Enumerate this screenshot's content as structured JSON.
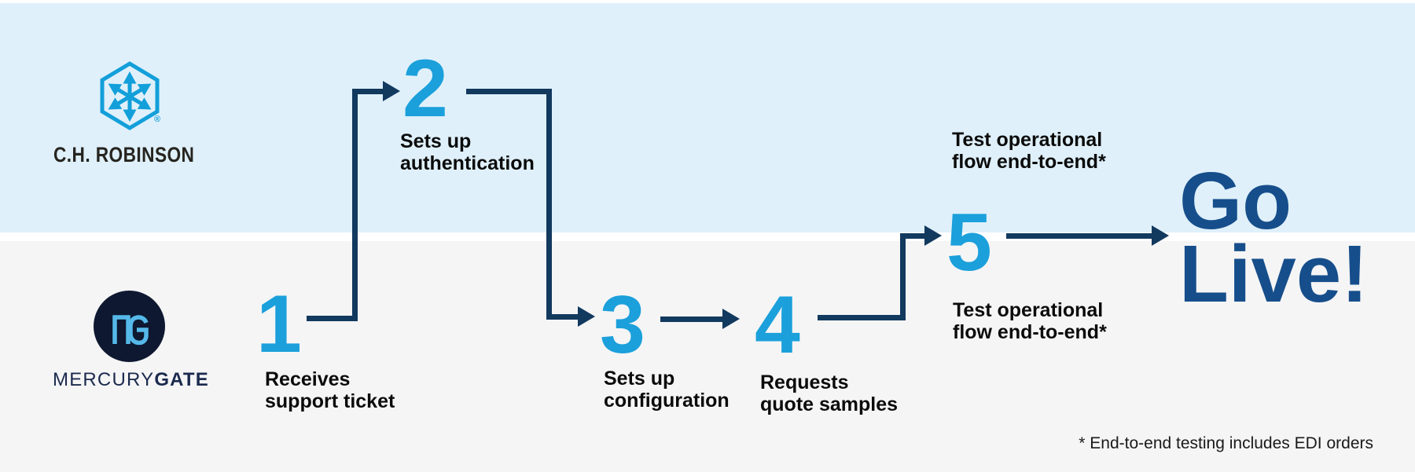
{
  "colors": {
    "band_top": "#DFF0FA",
    "band_bottom": "#F5F5F6",
    "separator": "#FFFFFF",
    "step_number": "#1BA0DB",
    "connector": "#12395E",
    "go_live": "#164E8B",
    "label_text": "#0B0B0B",
    "footnote_text": "#1A1A1A",
    "chrobinson_blue": "#129FDA",
    "chrobinson_text": "#26241F",
    "mercurygate_circle": "#0E1830",
    "mercurygate_monogram": "#55B9E9",
    "mercurygate_wordmark": "#1B2A4D"
  },
  "companies": {
    "top": {
      "name": "C.H. ROBINSON",
      "registered_mark": "®",
      "icon": "hexagon-arrows-icon"
    },
    "bottom": {
      "wordmark_light": "MERCURY",
      "wordmark_bold": "GATE",
      "icon": "mg-monogram-icon"
    }
  },
  "steps": [
    {
      "number": "1",
      "lane": "bottom",
      "label": [
        "Receives",
        "support ticket"
      ]
    },
    {
      "number": "2",
      "lane": "top",
      "label": [
        "Sets up",
        "authentication"
      ]
    },
    {
      "number": "3",
      "lane": "bottom",
      "label": [
        "Sets up",
        "configuration"
      ]
    },
    {
      "number": "4",
      "lane": "bottom",
      "label": [
        "Requests",
        "quote samples"
      ]
    },
    {
      "number": "5",
      "lane": "middle",
      "label_top": [
        "Test operational",
        "flow end-to-end*"
      ],
      "label_bottom": [
        "Test operational",
        "flow end-to-end*"
      ]
    }
  ],
  "finish": {
    "line1": "Go",
    "line2": "Live!"
  },
  "footnote": "* End-to-end testing includes EDI orders"
}
